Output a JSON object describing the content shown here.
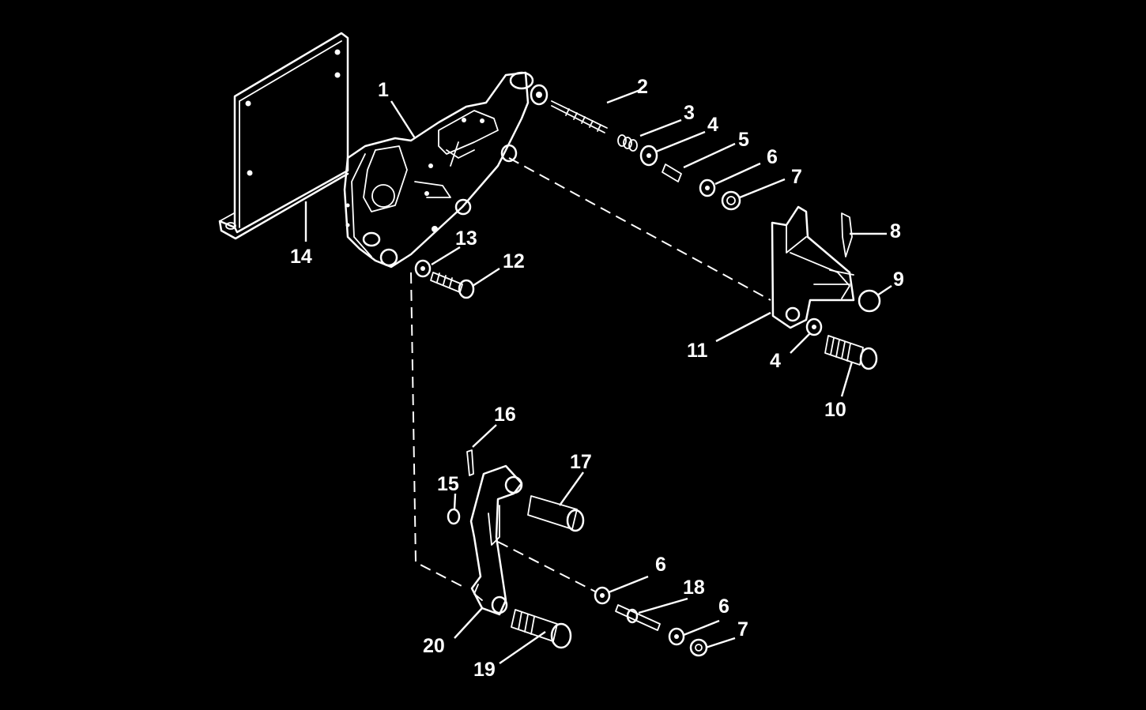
{
  "diagram": {
    "background": "#000000",
    "foreground": "#ffffff",
    "callouts": {
      "c1": "1",
      "c2": "2",
      "c3": "3",
      "c4a": "4",
      "c5": "5",
      "c6a": "6",
      "c7a": "7",
      "c8": "8",
      "c9": "9",
      "c10": "10",
      "c11": "11",
      "c4b": "4",
      "c12": "12",
      "c13": "13",
      "c14": "14",
      "c15": "15",
      "c16": "16",
      "c17": "17",
      "c6b": "6",
      "c18": "18",
      "c6c": "6",
      "c7b": "7",
      "c19": "19",
      "c20": "20"
    }
  }
}
